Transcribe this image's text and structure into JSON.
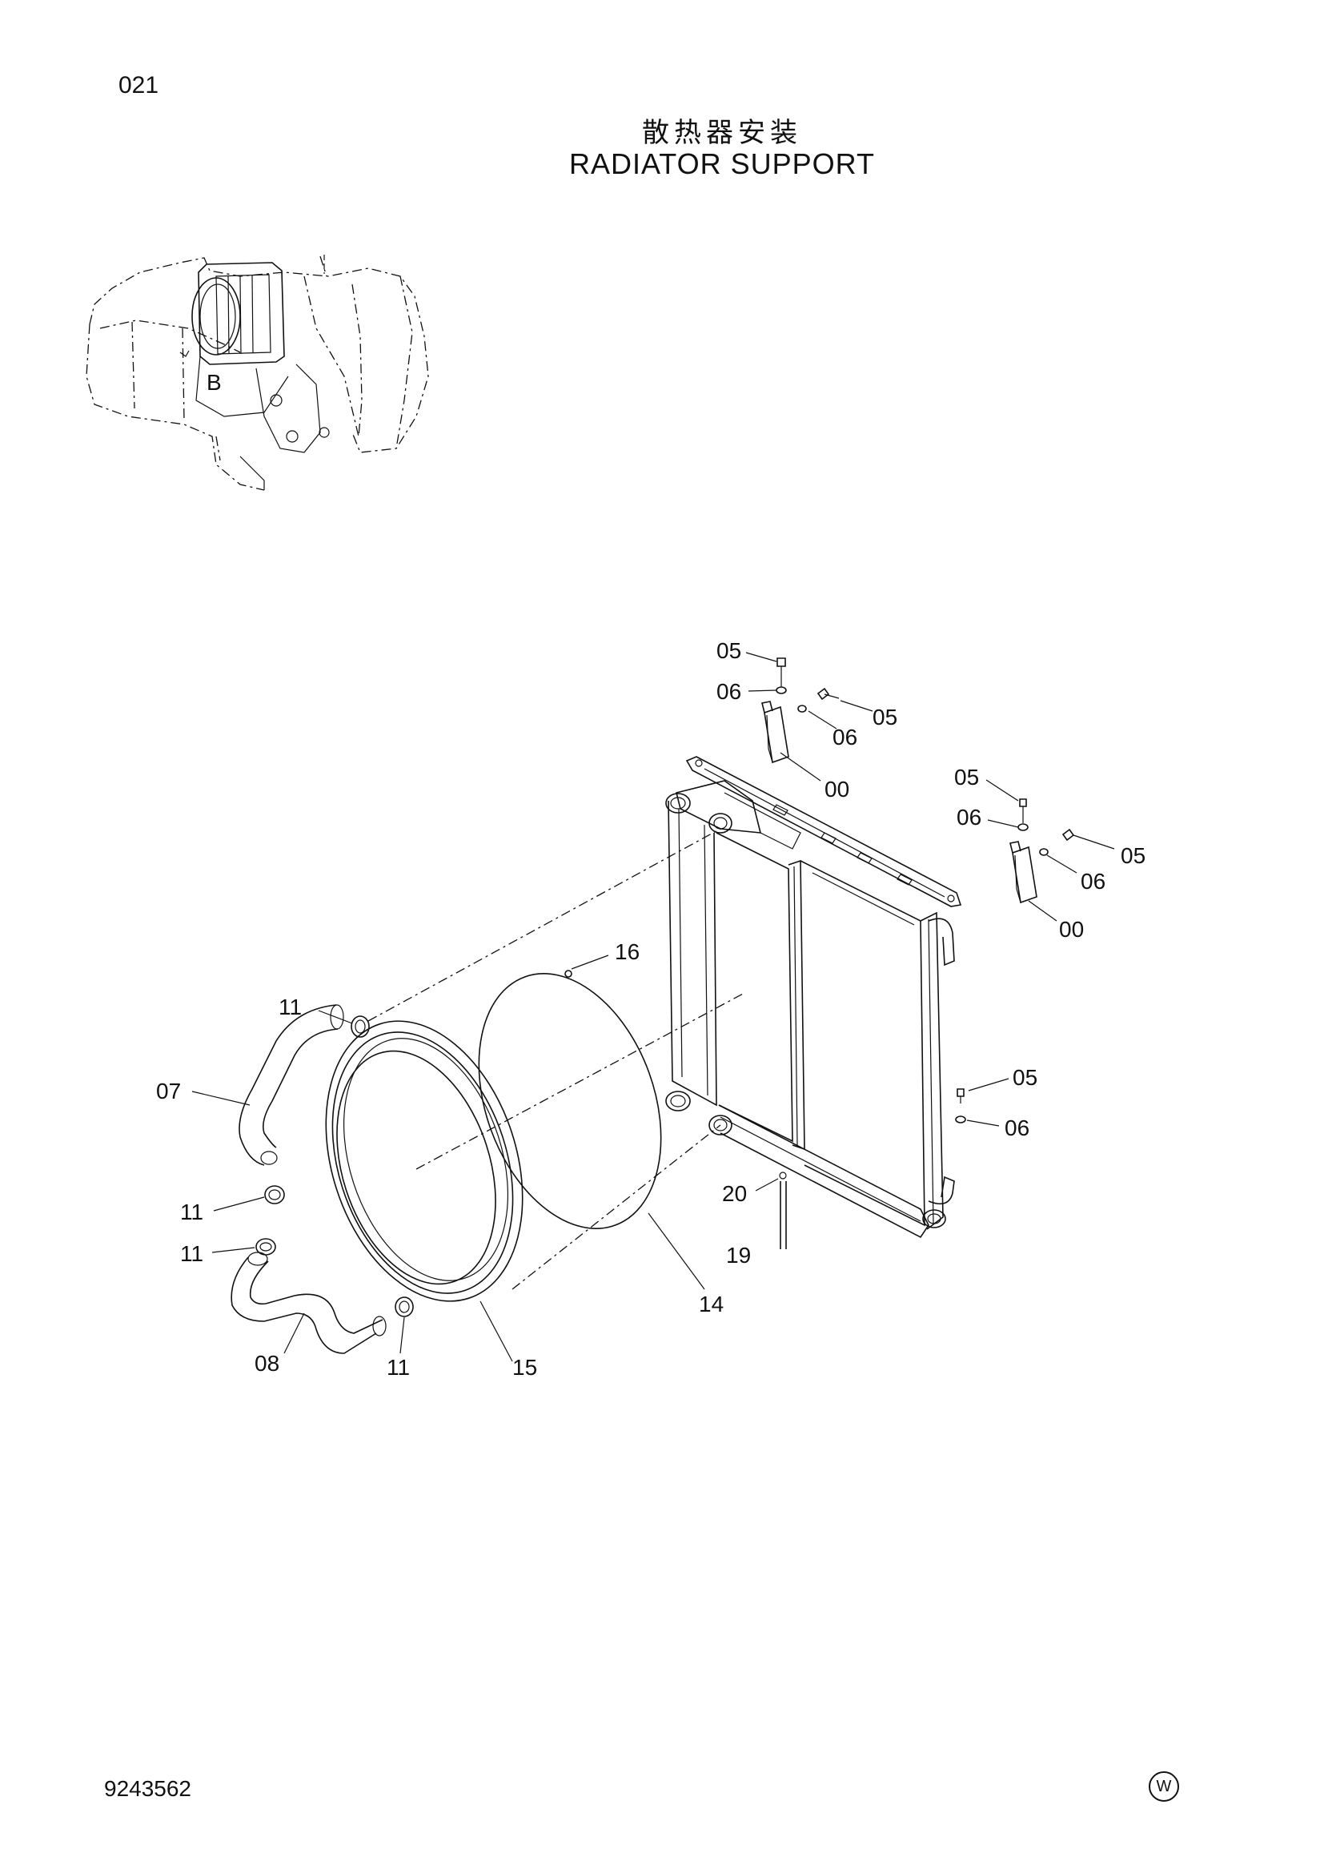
{
  "header": {
    "page_number": "021",
    "title_cn": "散热器安装",
    "title_en": "RADIATOR  SUPPORT"
  },
  "footer": {
    "document_number": "9243562",
    "circle_mark": "W"
  },
  "callouts": [
    {
      "id": "c-05a",
      "text": "05"
    },
    {
      "id": "c-06a",
      "text": "06"
    },
    {
      "id": "c-05b",
      "text": "05"
    },
    {
      "id": "c-06b",
      "text": "06"
    },
    {
      "id": "c-00a",
      "text": "00"
    },
    {
      "id": "c-05c",
      "text": "05"
    },
    {
      "id": "c-06c",
      "text": "06"
    },
    {
      "id": "c-05d",
      "text": "05"
    },
    {
      "id": "c-06d",
      "text": "06"
    },
    {
      "id": "c-00b",
      "text": "00"
    },
    {
      "id": "c-16",
      "text": "16"
    },
    {
      "id": "c-11a",
      "text": "11"
    },
    {
      "id": "c-07",
      "text": "07"
    },
    {
      "id": "c-05e",
      "text": "05"
    },
    {
      "id": "c-06e",
      "text": "06"
    },
    {
      "id": "c-11b",
      "text": "11"
    },
    {
      "id": "c-20",
      "text": "20"
    },
    {
      "id": "c-11c",
      "text": "11"
    },
    {
      "id": "c-19",
      "text": "19"
    },
    {
      "id": "c-14",
      "text": "14"
    },
    {
      "id": "c-08",
      "text": "08"
    },
    {
      "id": "c-11d",
      "text": "11"
    },
    {
      "id": "c-15",
      "text": "15"
    }
  ],
  "inset": {
    "view_marker": "B"
  }
}
